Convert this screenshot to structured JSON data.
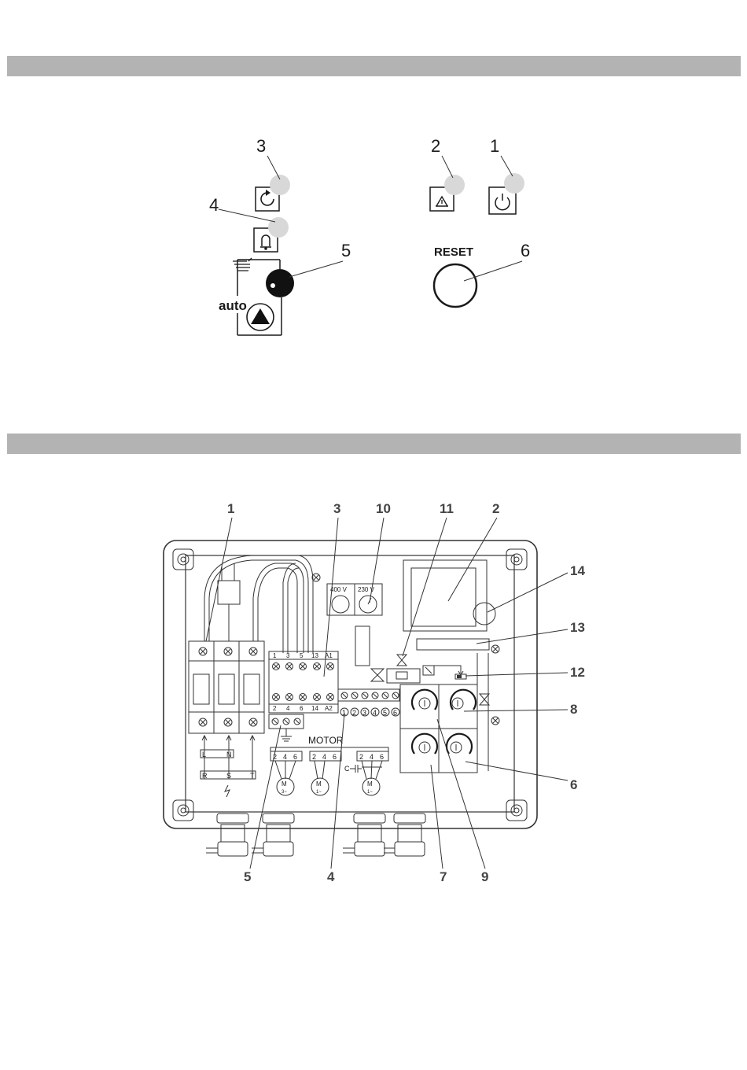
{
  "panel": {
    "labels": {
      "auto": "auto",
      "reset": "RESET"
    },
    "callouts": [
      "1",
      "2",
      "3",
      "4",
      "5",
      "6"
    ]
  },
  "box": {
    "callouts": {
      "c1": "1",
      "c3": "3",
      "c10": "10",
      "c11": "11",
      "c2": "2",
      "c14": "14",
      "c13": "13",
      "c12": "12",
      "c8": "8",
      "c6": "6",
      "c5": "5",
      "c4": "4",
      "c7": "7",
      "c9": "9"
    },
    "labels": {
      "v400": "400 V",
      "v230": "230 V",
      "motor": "MOTOR",
      "ph_l": "L",
      "ph_n": "N",
      "ph_r": "R",
      "ph_s": "S",
      "ph_t": "T",
      "ct_top": [
        "1",
        "3",
        "5",
        "13",
        "A1"
      ],
      "ct_bot": [
        "2",
        "4",
        "6",
        "14",
        "A2"
      ],
      "term": [
        "1",
        "2",
        "3",
        "4",
        "5",
        "6"
      ],
      "m_pins": [
        "2",
        "4",
        "6"
      ],
      "m1": "M",
      "m1_sub": "3~",
      "m2": "M",
      "m2_sub": "1~",
      "m3": "M",
      "m3_sub": "1~",
      "cap": "C"
    }
  }
}
